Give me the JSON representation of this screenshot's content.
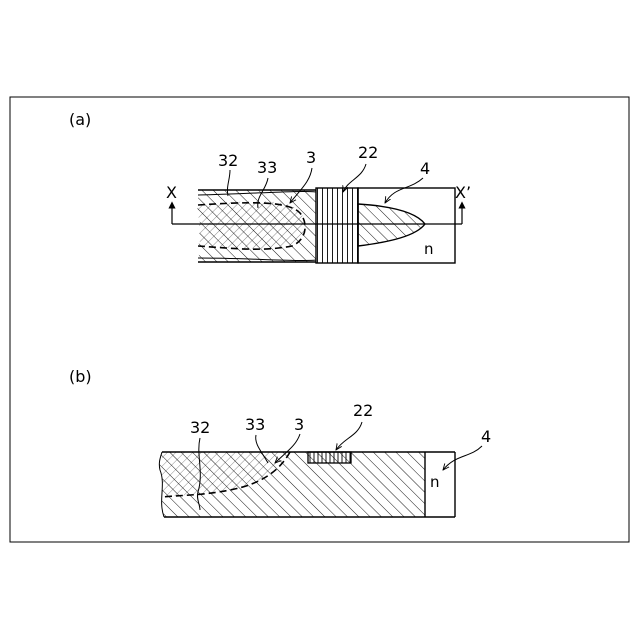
{
  "panels": [
    {
      "label": "(a)"
    },
    {
      "label": "(b)"
    }
  ],
  "section_line": {
    "start": "X",
    "end": "X’"
  },
  "callouts": {
    "c32": "32",
    "c33": "33",
    "c3": "3",
    "c22": "22",
    "c4": "4"
  },
  "region_label": "n",
  "colors": {
    "ink": "#000000",
    "background": "#ffffff"
  }
}
